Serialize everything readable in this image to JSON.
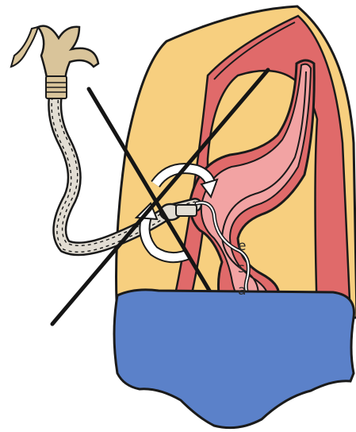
{
  "figure": {
    "edge_text": [
      "e",
      "s",
      "a"
    ],
    "colors": {
      "skin": "#f7cf7f",
      "wall_red": "#e06a6a",
      "mucosa": "#f2a3a3",
      "drape_blue": "#5b81c9",
      "outline": "#1a1a1a",
      "tube_body": "#e2ddd3",
      "connector": "#d9c49a",
      "cross_lines": "#151515",
      "arrows": "#ffffff"
    },
    "icons": [
      "y-connector-icon",
      "rotation-arrow-icon",
      "prohibition-cross-icon"
    ]
  }
}
